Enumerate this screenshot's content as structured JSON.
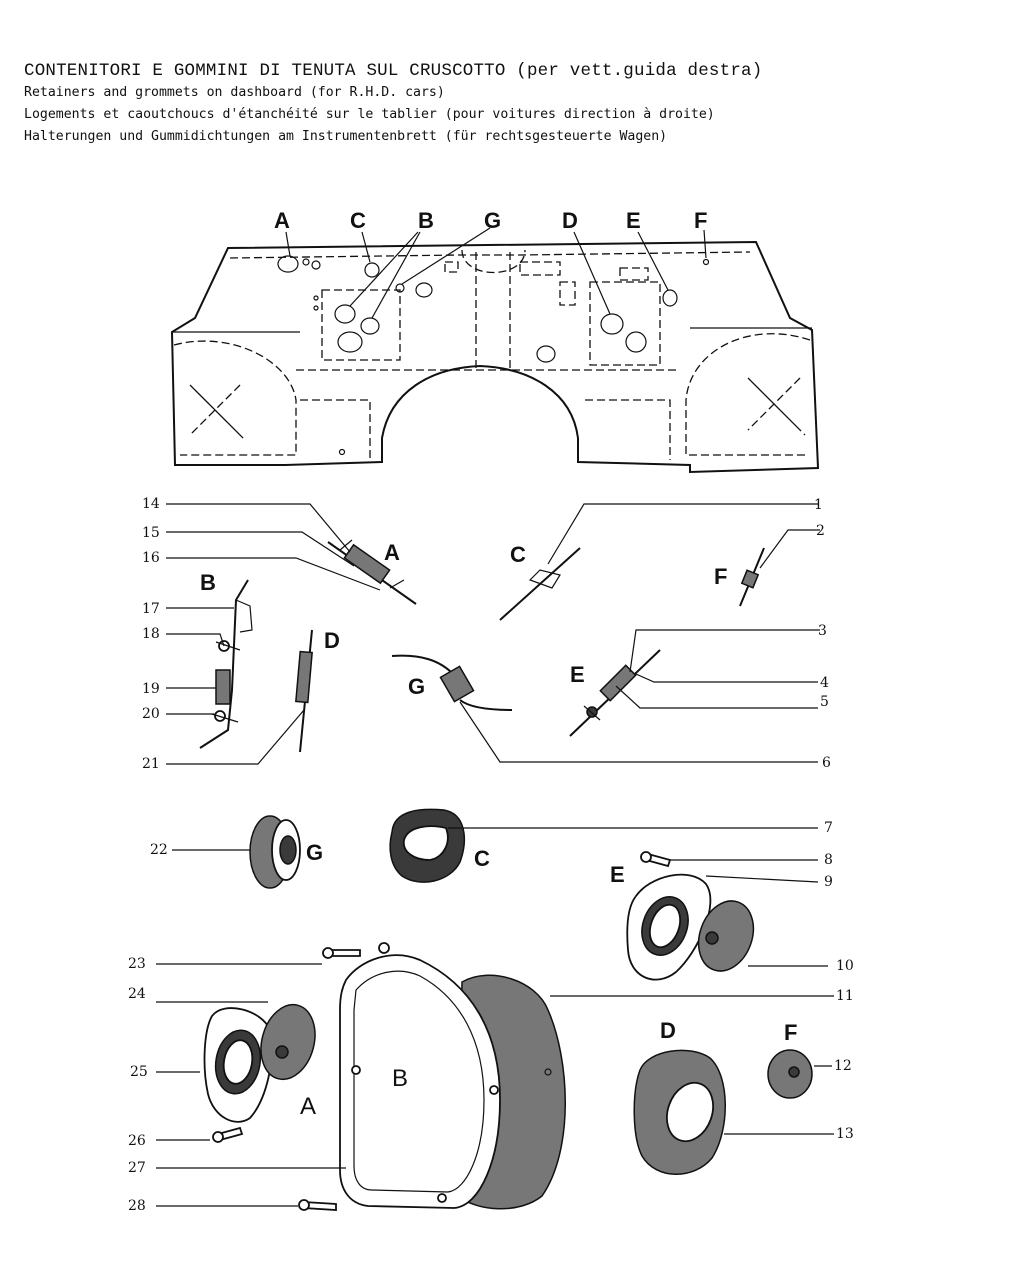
{
  "title": {
    "it": "CONTENITORI E GOMMINI DI TENUTA SUL CRUSCOTTO (per vett.guida destra)",
    "en": "Retainers and grommets on dashboard (for R.H.D. cars)",
    "fr": "Logements et caoutchoucs d'étanchéité sur le tablier (pour voitures direction à droite)",
    "de": "Halterungen und Gummidichtungen am Instrumentenbrett (für rechtsgesteuerte Wagen)"
  },
  "dashboard_letters": [
    "A",
    "C",
    "B",
    "G",
    "D",
    "E",
    "F"
  ],
  "section_letters": {
    "sec_a": "A",
    "sec_b": "B",
    "sec_c": "C",
    "sec_d": "D",
    "sec_e": "E",
    "sec_f": "F",
    "sec_g": "G"
  },
  "part_letters": {
    "g": "G",
    "c": "C",
    "e": "E",
    "b": "B",
    "a": "A",
    "d": "D",
    "f": "F"
  },
  "part_numbers": [
    "1",
    "2",
    "3",
    "4",
    "5",
    "6",
    "7",
    "8",
    "9",
    "10",
    "11",
    "12",
    "13",
    "14",
    "15",
    "16",
    "17",
    "18",
    "19",
    "20",
    "21",
    "22",
    "23",
    "24",
    "25",
    "26",
    "27",
    "28"
  ]
}
